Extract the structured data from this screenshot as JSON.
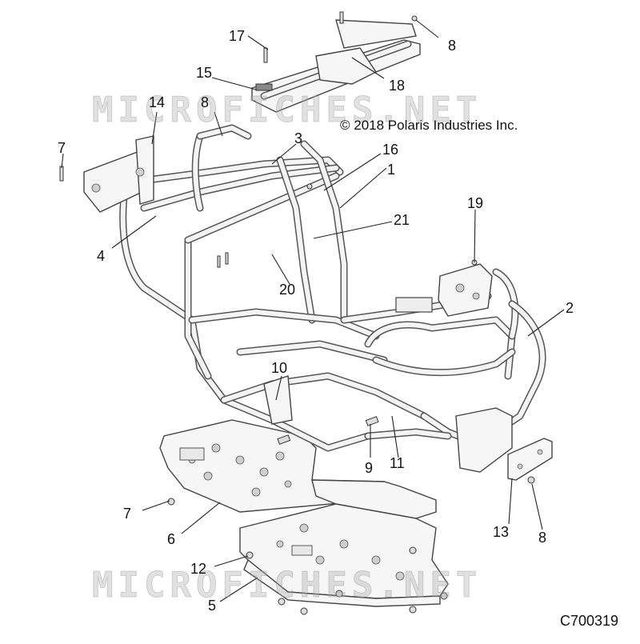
{
  "copyright": "© 2018 Polaris Industries Inc.",
  "drawing_code": "C700319",
  "watermark": "MICROFICHES.NET",
  "callouts": {
    "c17": "17",
    "c8a": "8",
    "c15": "15",
    "c18": "18",
    "c14": "14",
    "c8b": "8",
    "c7a": "7",
    "c3": "3",
    "c16": "16",
    "c1": "1",
    "c21": "21",
    "c19": "19",
    "c4": "4",
    "c20": "20",
    "c2": "2",
    "c10": "10",
    "c9": "9",
    "c11": "11",
    "c7b": "7",
    "c6": "6",
    "c13": "13",
    "c8c": "8",
    "c12": "12",
    "c5": "5"
  },
  "colors": {
    "line": "#444444",
    "tube_fill": "#f4f4f4",
    "watermark": "#aaaaaa"
  }
}
